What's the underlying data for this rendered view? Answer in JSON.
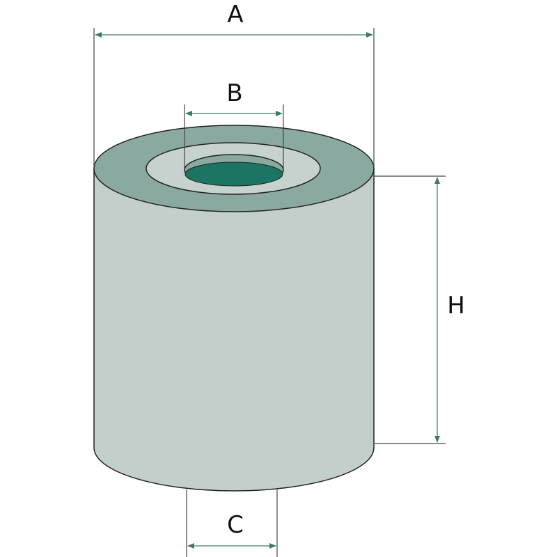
{
  "labels": {
    "A": "A",
    "B": "B",
    "C": "C",
    "H": "H"
  },
  "colors": {
    "outer_ring": "#8aa9a0",
    "middle_ring": "#c5d2cd",
    "body": "#c2cfca",
    "bore": "#1c7563",
    "dimension_line": "#3d7a6a"
  }
}
